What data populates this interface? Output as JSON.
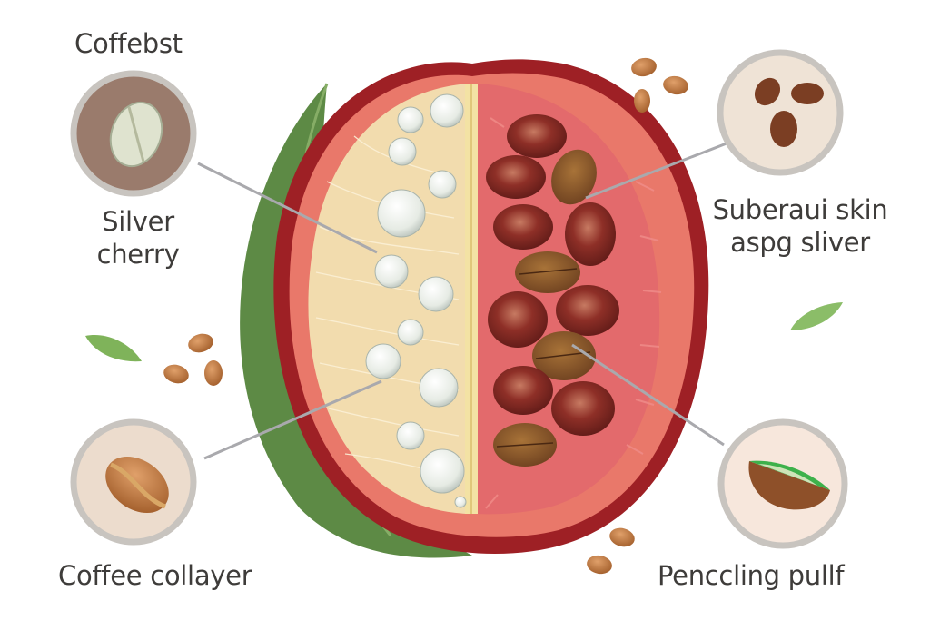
{
  "diagram": {
    "subject": "Coffee cherry cross-section",
    "labels": {
      "top_left_caption": "Coffebst",
      "left_upper": [
        "Silver",
        "cherry"
      ],
      "right_upper": [
        "Suberaui skin",
        "aspg sliver"
      ],
      "bottom_left": "Coffee collayer",
      "bottom_right": "Penccling pullf"
    },
    "callouts": [
      {
        "id": "top-left",
        "depicts": "green-coffee-seed",
        "label_ref": "left_upper"
      },
      {
        "id": "top-right",
        "depicts": "roasted-coffee-beans",
        "label_ref": "right_upper"
      },
      {
        "id": "bottom-left",
        "depicts": "single-coffee-bean",
        "label_ref": "bottom_left"
      },
      {
        "id": "bottom-right",
        "depicts": "kiwi-like-fruit-half",
        "label_ref": "bottom_right"
      }
    ],
    "colors": {
      "skin_outer": "#9e2025",
      "skin_inner": "#e9786a",
      "pulp_left": "#f2dcae",
      "pulp_right": "#e36a6c",
      "seam": "#f3e2a4",
      "bean_dark": "#7a2420",
      "bean_brown": "#8a5526",
      "pearl": "#e9eee8",
      "leaf": "#5d8a45",
      "callout_ring": "#c8c4bf",
      "callout_bg_brown": "#9a7b6c",
      "callout_bg_light": "#efe3d6",
      "pointer_line": "#a9a9ad",
      "text": "#3e3c3a"
    }
  }
}
